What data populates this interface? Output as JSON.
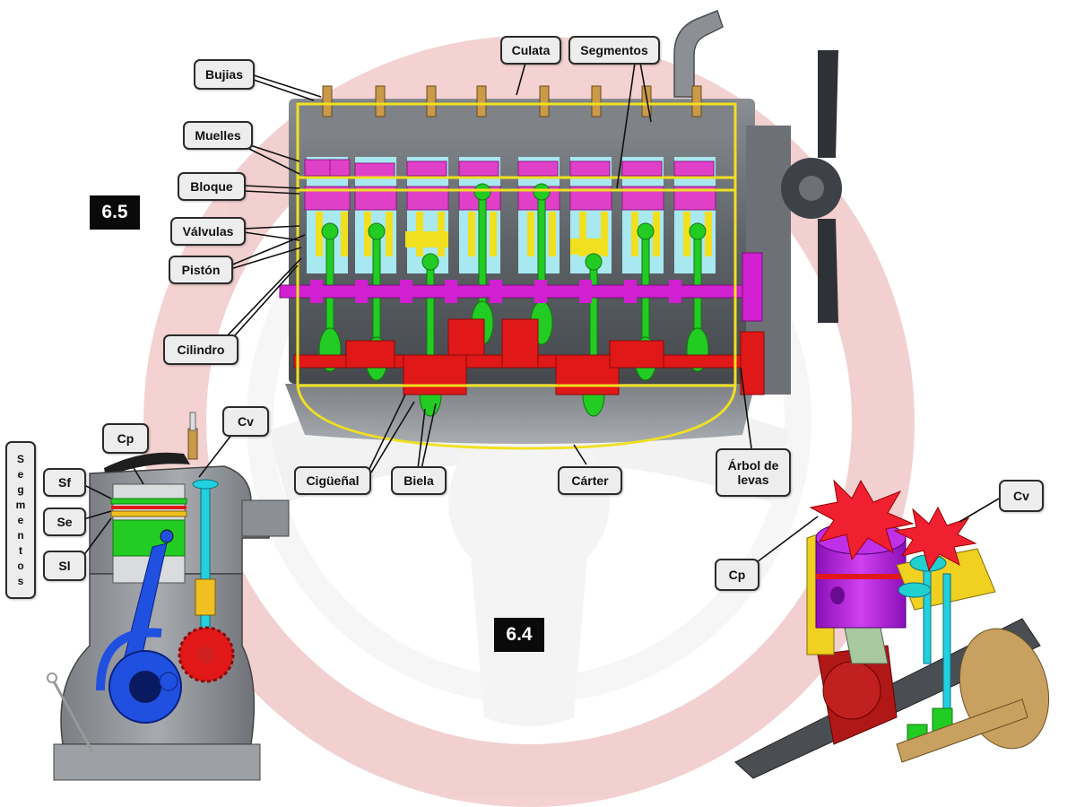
{
  "figure_numbers": {
    "top": "6.5",
    "bottom": "6.4"
  },
  "top_engine_labels": {
    "bujias": "Bujias",
    "culata": "Culata",
    "segmentos": "Segmentos",
    "muelles": "Muelles",
    "bloque": "Bloque",
    "valvulas": "Válvulas",
    "piston": "Pistón",
    "cilindro": "Cilindro",
    "ciguenal": "Cigüeñal",
    "biela": "Biela",
    "carter": "Cárter",
    "arbol_de_levas": "Árbol de\nlevas"
  },
  "left_engine_labels": {
    "segmentos_vertical": "Segmentos",
    "sf": "Sf",
    "se": "Se",
    "si": "Sl",
    "cp": "Cp",
    "cv": "Cv"
  },
  "right_engine_labels": {
    "cp": "Cp",
    "cv": "Cv"
  },
  "colors": {
    "spring_magenta": "#e040c8",
    "conrod_green": "#22cc22",
    "crank_red": "#e01818",
    "camshaft_magenta": "#d020d0",
    "highlight_yellow": "#f0e020",
    "cylinder_cyan": "#a8e8f0",
    "piston_purple": "#b020e0",
    "left_crank_blue": "#2050e0"
  }
}
